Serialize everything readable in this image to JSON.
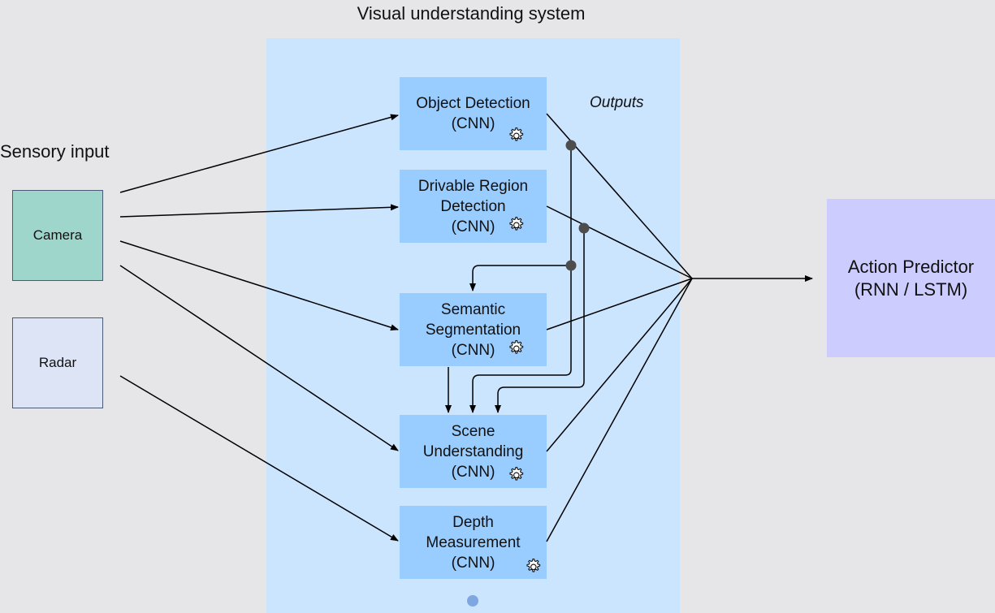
{
  "diagram": {
    "system_title": "Visual understanding system",
    "sensory_title": "Sensory input",
    "outputs_label": "Outputs",
    "sensors": [
      {
        "id": "camera",
        "label": "Camera"
      },
      {
        "id": "radar",
        "label": "Radar"
      }
    ],
    "modules": [
      {
        "id": "object-detection",
        "line1": "Object Detection",
        "line2": "",
        "line3": "(CNN)"
      },
      {
        "id": "drivable-region",
        "line1": "Drivable Region",
        "line2": "Detection",
        "line3": "(CNN)"
      },
      {
        "id": "semantic-segmentation",
        "line1": "Semantic",
        "line2": "Segmentation",
        "line3": "(CNN)"
      },
      {
        "id": "scene-understanding",
        "line1": "Scene",
        "line2": "Understanding",
        "line3": "(CNN)"
      },
      {
        "id": "depth-measurement",
        "line1": "Depth",
        "line2": "Measurement",
        "line3": "(CNN)"
      }
    ],
    "predictor": {
      "line1": "Action Predictor",
      "line2": "(RNN / LSTM)"
    },
    "colors": {
      "background": "#e6e6e8",
      "panel": "#cce5ff",
      "module": "#99ccff",
      "camera": "#9fd6cc",
      "radar": "#dde4f6",
      "predictor": "#ccccff",
      "junction": "#555555"
    },
    "icons": {
      "module_badge": "gear-icon"
    }
  }
}
